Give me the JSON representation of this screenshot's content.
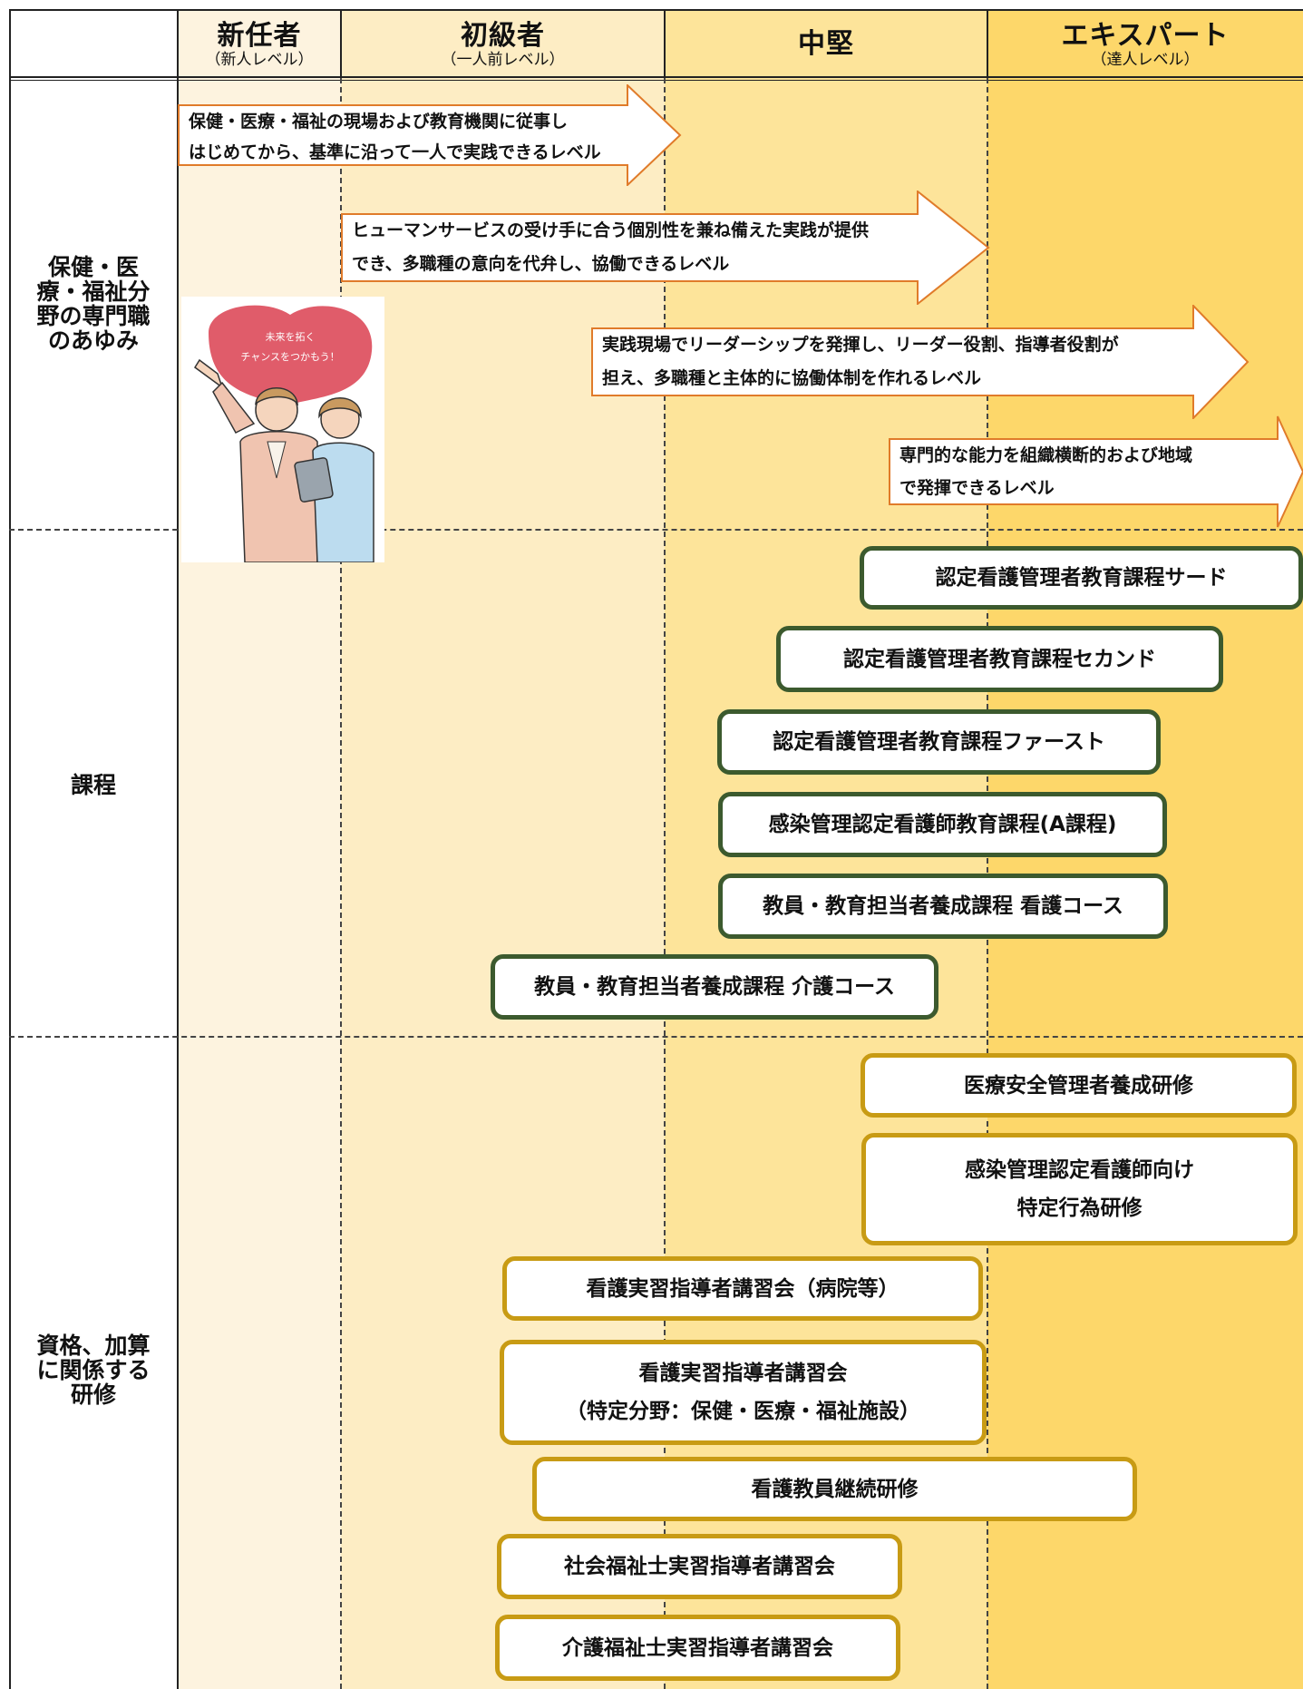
{
  "columns": [
    {
      "title": "新任者",
      "subtitle": "（新人レベル）"
    },
    {
      "title": "初級者",
      "subtitle": "（一人前レベル）"
    },
    {
      "title": "中堅",
      "subtitle": ""
    },
    {
      "title": "エキスパート",
      "subtitle": "（達人レベル）"
    }
  ],
  "rows": {
    "ayumi": "保健・医療・福祉分野の専門職のあゆみ",
    "katei": "課程",
    "shikaku": "資格、加算に関係する研修"
  },
  "arrows": [
    {
      "line1": "保健・医療・福祉の現場および教育機関に従事し",
      "line2": "はじめてから、基準に沿って一人で実践できるレベル"
    },
    {
      "line1": "ヒューマンサービスの受け手に合う個別性を兼ね備えた実践が提供",
      "line2": "でき、多職種の意向を代弁し、協働できるレベル"
    },
    {
      "line1": "実践現場でリーダーシップを発揮し、リーダー役割、指導者役割が",
      "line2": "担え、多職種と主体的に協働体制を作れるレベル"
    },
    {
      "line1": "専門的な能力を組織横断的および地域",
      "line2": "で発揮できるレベル"
    }
  ],
  "illustration": {
    "caption_line1": "未来を拓く",
    "caption_line2": "チャンスをつかもう！"
  },
  "courses": [
    "認定看護管理者教育課程サード",
    "認定看護管理者教育課程セカンド",
    "認定看護管理者教育課程ファースト",
    "感染管理認定看護師教育課程(A課程)",
    "教員・教育担当者養成課程 看護コース",
    "教員・教育担当者養成課程 介護コース"
  ],
  "trainings": [
    {
      "line1": "医療安全管理者養成研修",
      "line2": ""
    },
    {
      "line1": "感染管理認定看護師向け",
      "line2": "特定行為研修"
    },
    {
      "line1": "看護実習指導者講習会（病院等）",
      "line2": ""
    },
    {
      "line1": "看護実習指導者講習会",
      "line2": "（特定分野：保健・医療・福祉施設）"
    },
    {
      "line1": "看護教員継続研修",
      "line2": ""
    },
    {
      "line1": "社会福祉士実習指導者講習会",
      "line2": ""
    },
    {
      "line1": "介護福祉士実習指導者講習会",
      "line2": ""
    }
  ],
  "colors": {
    "col1": "#fdf3df",
    "col2": "#fdedc4",
    "col3": "#fde49a",
    "col4": "#fdd76a",
    "arrow_border": "#e07b2a",
    "course_border": "#3c5a2e",
    "training_border": "#c89b14",
    "bubble": "#e05c6a"
  }
}
